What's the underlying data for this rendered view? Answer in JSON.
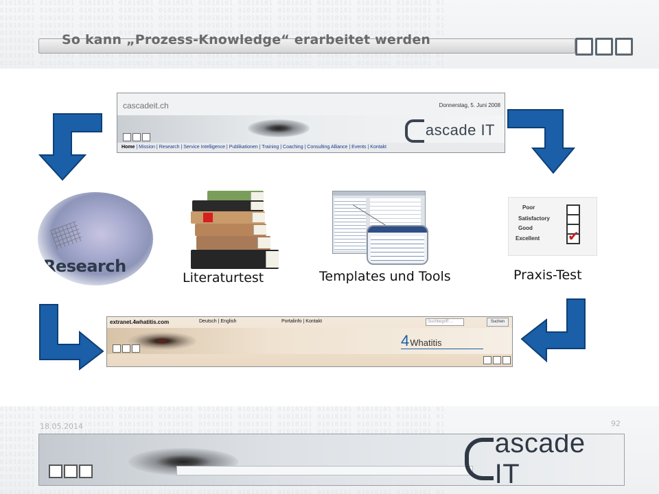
{
  "slide": {
    "title": "So kann „Prozess-Knowledge“  erarbeitet werden",
    "date": "18.05.2014",
    "page_number": "92"
  },
  "cascade_site": {
    "url": "cascadeit.ch",
    "date": "Donnerstag, 5. Juni 2008",
    "logo_text": "ascade IT",
    "nav_home": "Home",
    "nav": " | Mission | Research | Service Intelligence | Publikationen | Training | Coaching | Consulting Alliance | Events | Kontakt"
  },
  "whatitis_site": {
    "url": "extranet.4whatitis.com",
    "lang": "Deutsch | English",
    "portal": "Portalinfo | Kontakt",
    "search_placeholder": "Suchbegriff ...",
    "search_button": "Suchen",
    "logo_four": "4",
    "logo_text": "Whatitis"
  },
  "items": {
    "research_label": "Research",
    "literature_label": "Literaturtest",
    "templates_label": "Templates und Tools",
    "praxis_label": "Praxis-Test"
  },
  "praxis_form": {
    "poor": "Poor",
    "satisfactory": "Satisfactory",
    "good": "Good",
    "excellent": "Excellent",
    "check_glyph": "✔"
  },
  "footer_logo_text": "ascade IT",
  "colors": {
    "arrow_blue": "#1a5fa8",
    "title_gray": "#6a6a6a"
  }
}
